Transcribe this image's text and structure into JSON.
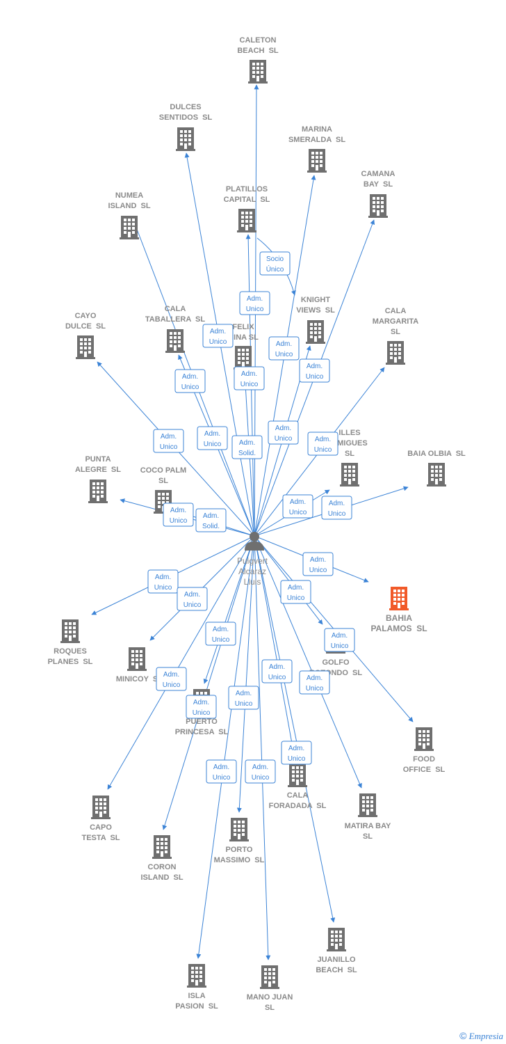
{
  "colors": {
    "edge": "#3b83d6",
    "node": "#6f6f6f",
    "highlight": "#f15a29",
    "label": "#8a8a8a"
  },
  "center": {
    "name_lines": [
      "Puigvert",
      "Alcaraz",
      "Lluis"
    ],
    "icon": "person-icon"
  },
  "companies": [
    {
      "id": "caleton",
      "lines": [
        "CALETON",
        "BEACH  SL"
      ]
    },
    {
      "id": "dulces",
      "lines": [
        "DULCES",
        "SENTIDOS  SL"
      ]
    },
    {
      "id": "marina",
      "lines": [
        "MARINA",
        "SMERALDA  SL"
      ]
    },
    {
      "id": "camana",
      "lines": [
        "CAMANA",
        "BAY  SL"
      ]
    },
    {
      "id": "numea",
      "lines": [
        "NUMEA",
        "ISLAND  SL"
      ]
    },
    {
      "id": "platillos",
      "lines": [
        "PLATILLOS",
        "CAPITAL  SL"
      ]
    },
    {
      "id": "knight",
      "lines": [
        "KNIGHT",
        "VIEWS  SL"
      ]
    },
    {
      "id": "cayo",
      "lines": [
        "CAYO",
        "DULCE  SL"
      ]
    },
    {
      "id": "calatab",
      "lines": [
        "CALA",
        "TABALLERA  SL"
      ]
    },
    {
      "id": "felix",
      "lines": [
        "FELIX",
        "CINA SL"
      ]
    },
    {
      "id": "calamarg",
      "lines": [
        "CALA",
        "MARGARITA",
        "SL"
      ]
    },
    {
      "id": "illes",
      "lines": [
        "ILLES",
        "RMIGUES",
        "SL"
      ]
    },
    {
      "id": "baiaolbia",
      "lines": [
        "BAIA OLBIA  SL"
      ]
    },
    {
      "id": "punta",
      "lines": [
        "PUNTA",
        "ALEGRE  SL"
      ]
    },
    {
      "id": "cocopalm",
      "lines": [
        "COCO PALM",
        "SL"
      ]
    },
    {
      "id": "bahia",
      "lines": [
        "BAHIA",
        "PALAMOS  SL"
      ],
      "highlight": true
    },
    {
      "id": "roques",
      "lines": [
        "ROQUES",
        "PLANES  SL"
      ]
    },
    {
      "id": "minicoy",
      "lines": [
        "MINICOY  S"
      ]
    },
    {
      "id": "golfo",
      "lines": [
        "GOLFO",
        "ROTONDO  SL"
      ]
    },
    {
      "id": "puerto",
      "lines": [
        "PUERTO",
        "PRINCESA  SL"
      ]
    },
    {
      "id": "food",
      "lines": [
        "FOOD",
        "OFFICE  SL"
      ]
    },
    {
      "id": "capo",
      "lines": [
        "CAPO",
        "TESTA  SL"
      ]
    },
    {
      "id": "calafor",
      "lines": [
        "CALA",
        "FORADADA  SL"
      ]
    },
    {
      "id": "matira",
      "lines": [
        "MATIRA BAY",
        "SL"
      ]
    },
    {
      "id": "coron",
      "lines": [
        "CORON",
        "ISLAND  SL"
      ]
    },
    {
      "id": "porto",
      "lines": [
        "PORTO",
        "MASSIMO  SL"
      ]
    },
    {
      "id": "juanillo",
      "lines": [
        "JUANILLO",
        "BEACH  SL"
      ]
    },
    {
      "id": "isla",
      "lines": [
        "ISLA",
        "PASION  SL"
      ]
    },
    {
      "id": "manojuan",
      "lines": [
        "MANO JUAN",
        "SL"
      ]
    }
  ],
  "edges": [
    {
      "to": "caleton",
      "label": [
        "Adm.",
        "Unico"
      ]
    },
    {
      "to": "dulces",
      "label": [
        "Adm.",
        "Unico"
      ]
    },
    {
      "to": "marina",
      "label": [
        "Adm.",
        "Unico"
      ]
    },
    {
      "to": "camana",
      "label": [
        "Adm.",
        "Unico"
      ]
    },
    {
      "to": "numea",
      "label": [
        "Adm.",
        "Unico"
      ]
    },
    {
      "to": "platillos",
      "label": [
        "Adm.",
        "Solid."
      ]
    },
    {
      "to": "knight",
      "label": [
        "Adm.",
        "Unico"
      ]
    },
    {
      "to": "cayo",
      "label": [
        "Adm.",
        "Unico"
      ]
    },
    {
      "to": "calatab",
      "label": [
        "Adm.",
        "Unico"
      ]
    },
    {
      "to": "felix",
      "label": [
        "Adm.",
        "Unico"
      ]
    },
    {
      "to": "calamarg",
      "label": [
        "Adm.",
        "Unico"
      ]
    },
    {
      "to": "illes",
      "label": [
        "Adm.",
        "Unico"
      ]
    },
    {
      "to": "baiaolbia",
      "label": [
        "Adm.",
        "Unico"
      ]
    },
    {
      "to": "punta",
      "label": [
        "Adm.",
        "Unico"
      ]
    },
    {
      "to": "cocopalm",
      "label": [
        "Adm.",
        "Solid."
      ]
    },
    {
      "to": "bahia",
      "label": [
        "Adm.",
        "Unico"
      ]
    },
    {
      "to": "roques",
      "label": [
        "Adm.",
        "Unico"
      ]
    },
    {
      "to": "minicoy",
      "label": [
        "Adm.",
        "Unico"
      ]
    },
    {
      "to": "golfo",
      "label": [
        "Adm.",
        "Unico"
      ]
    },
    {
      "to": "puerto",
      "label": [
        "Adm.",
        "Unico"
      ]
    },
    {
      "to": "food",
      "label": [
        "Adm.",
        "Unico"
      ]
    },
    {
      "to": "capo",
      "label": [
        "Adm.",
        "Unico"
      ]
    },
    {
      "to": "calafor",
      "label": [
        "Adm.",
        "Unico"
      ]
    },
    {
      "to": "matira",
      "label": [
        "Adm.",
        "Unico"
      ]
    },
    {
      "to": "coron",
      "label": [
        "Adm.",
        "Unico"
      ]
    },
    {
      "to": "porto",
      "label": [
        "Adm.",
        "Unico"
      ]
    },
    {
      "to": "juanillo",
      "label": [
        "Adm.",
        "Unico"
      ]
    },
    {
      "to": "isla",
      "label": [
        "Adm.",
        "Unico"
      ]
    },
    {
      "to": "manojuan",
      "label": [
        "Adm.",
        "Unico"
      ]
    },
    {
      "from": "platillos",
      "to": "knight",
      "label": [
        "Socio",
        "Único"
      ]
    }
  ],
  "credit": {
    "symbol": "©",
    "brand": "Empresia"
  }
}
